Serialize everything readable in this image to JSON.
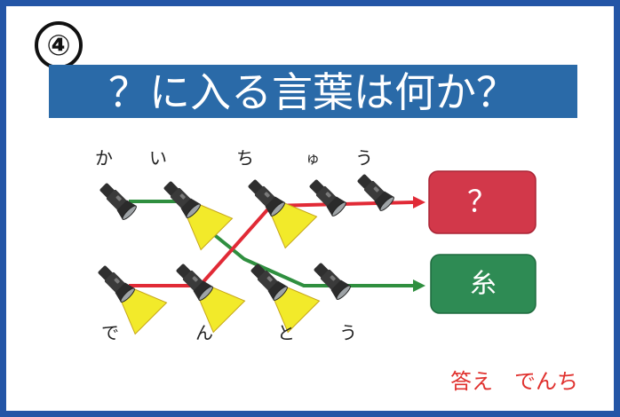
{
  "number_badge": "④",
  "banner": {
    "title": "？に入る言葉は何か？"
  },
  "top_row": {
    "chars": [
      "か",
      "い",
      "ち",
      "ゅ",
      "う"
    ]
  },
  "bottom_row": {
    "chars": [
      "で",
      "ん",
      "と",
      "う"
    ]
  },
  "answer_boxes": {
    "top": {
      "label": "？",
      "color": "#d2384a"
    },
    "bottom": {
      "label": "糸",
      "color": "#2e8b54"
    }
  },
  "answer": {
    "text": "答え　でんち",
    "color": "#e0312e"
  },
  "colors": {
    "frame": "#2355a6",
    "banner": "#2a6aa8",
    "line_red": "#e12a36",
    "line_green": "#2f8f3f",
    "flashlight_body": "#3b3b3b",
    "flashlight_beam": "#f2ea2a"
  },
  "icons": [
    "flashlight-icon",
    "beam-icon",
    "arrow-icon"
  ]
}
